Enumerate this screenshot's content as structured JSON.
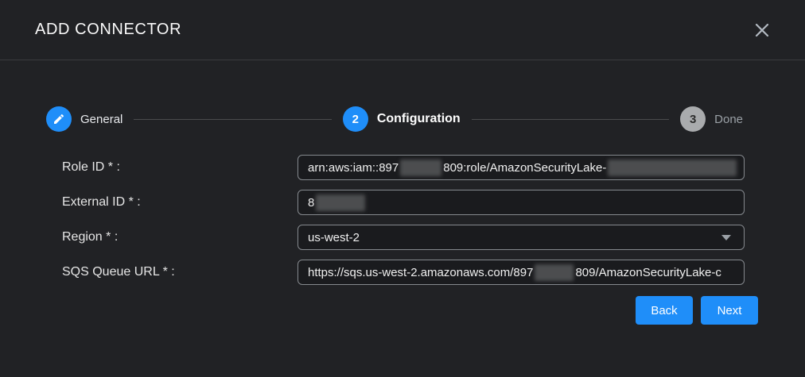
{
  "dialog": {
    "title": "ADD CONNECTOR"
  },
  "stepper": {
    "steps": [
      {
        "label": "General",
        "state": "completed",
        "icon": "pencil-icon"
      },
      {
        "label": "Configuration",
        "state": "active",
        "number": "2"
      },
      {
        "label": "Done",
        "state": "pending",
        "number": "3"
      }
    ]
  },
  "form": {
    "role_id": {
      "label": "Role ID * :",
      "value_part1": "arn:aws:iam::897",
      "value_part2": "809:role/AmazonSecurityLake-",
      "redacted": true
    },
    "external_id": {
      "label": "External ID * :",
      "value_part1": "8",
      "redacted": true
    },
    "region": {
      "label": "Region * :",
      "value": "us-west-2"
    },
    "sqs_queue_url": {
      "label": "SQS Queue URL * :",
      "value_part1": "https://sqs.us-west-2.amazonaws.com/897",
      "value_part2": "809/AmazonSecurityLake-c",
      "redacted": true
    }
  },
  "buttons": {
    "back_label": "Back",
    "next_label": "Next"
  },
  "colors": {
    "accent_blue": "#1f8ef9",
    "pending_gray": "#a9abad",
    "dialog_bg": "#212225"
  }
}
